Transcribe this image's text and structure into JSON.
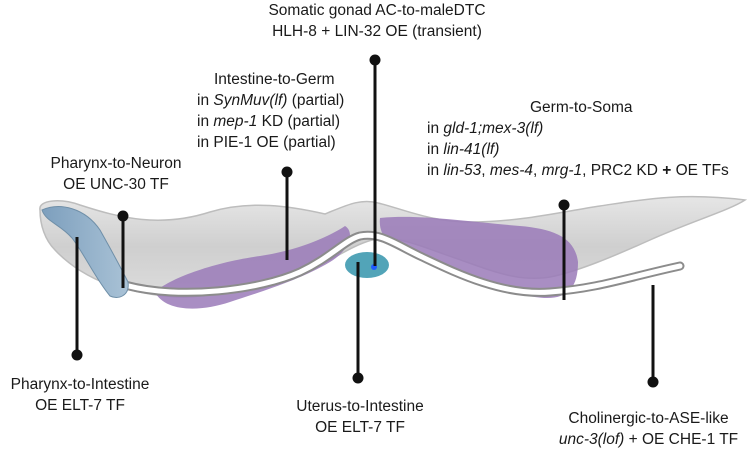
{
  "colors": {
    "worm_body": "#d6d6d6",
    "worm_outline": "#bdbdbd",
    "intestine": "#9a7ab8",
    "gut_lumen": "#ffffff",
    "gut_edge": "#8c8c8c",
    "pharynx": "#8fb0cc",
    "gonad_cell": "#3f9ab0",
    "gonad_dot": "#1f5cff",
    "callout": "#111111"
  },
  "labels": {
    "somatic_gonad": {
      "line1": "Somatic gonad AC-to-maleDTC",
      "line2": "HLH-8 + LIN-32 OE (transient)"
    },
    "intestine_to_germ": {
      "title": "Intestine-to-Germ",
      "r1_pre": "in ",
      "r1_it": "SynMuv(lf)",
      "r1_post": " (partial)",
      "r2_pre": "in ",
      "r2_it": "mep-1",
      "r2_post": " KD (partial)",
      "r3": "in PIE-1 OE (partial)"
    },
    "pharynx_to_neuron": {
      "line1": "Pharynx-to-Neuron",
      "line2": "OE UNC-30 TF"
    },
    "germ_to_soma": {
      "title": "Germ-to-Soma",
      "r1_pre": "in ",
      "r1_it": "gld-1;mex-3(lf)",
      "r2_pre": "in ",
      "r2_it": "lin-41(lf)",
      "r3_pre": "in ",
      "r3_it1": "lin-53",
      "r3_sep1": ", ",
      "r3_it2": "mes-4",
      "r3_sep2": ", ",
      "r3_it3": "mrg-1",
      "r3_mid": ", PRC2 KD ",
      "r3_plus": "+",
      "r3_post": " OE TFs"
    },
    "pharynx_to_intestine": {
      "line1": "Pharynx-to-Intestine",
      "line2": "OE ELT-7 TF"
    },
    "uterus_to_intestine": {
      "line1": "Uterus-to-Intestine",
      "line2": "OE ELT-7 TF"
    },
    "cholinergic_to_ase": {
      "line1": "Cholinergic-to-ASE-like",
      "l2_it": "unc-3(lof)",
      "l2_post": " + OE CHE-1 TF"
    }
  }
}
